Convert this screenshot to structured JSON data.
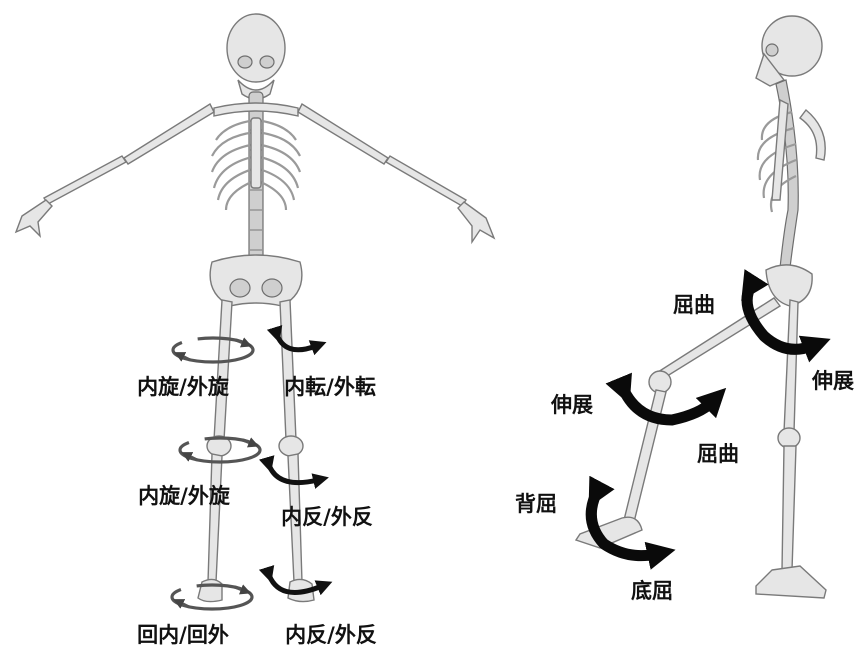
{
  "front_view": {
    "labels": {
      "hip_rotation": "内旋/外旋",
      "hip_adduction_abduction": "内転/外転",
      "knee_rotation": "内旋/外旋",
      "knee_varus_valgus": "内反/外反",
      "ankle_pronation_supination": "回内/回外",
      "ankle_inversion_eversion": "内反/外反"
    }
  },
  "side_view": {
    "labels": {
      "hip_flexion": "屈曲",
      "hip_extension": "伸展",
      "knee_extension": "伸展",
      "knee_flexion": "屈曲",
      "ankle_dorsiflexion": "背屈",
      "ankle_plantarflexion": "底屈"
    }
  }
}
